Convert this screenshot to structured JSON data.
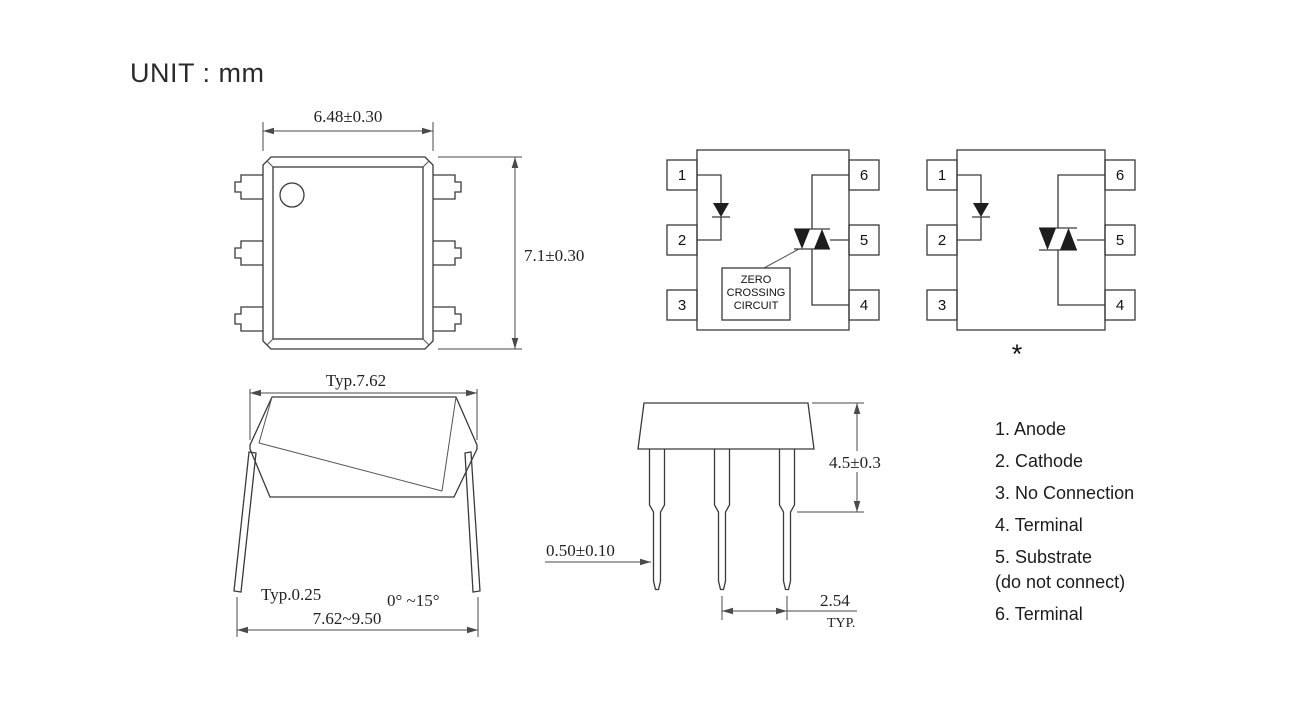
{
  "unit_label": "UNIT : mm",
  "colors": {
    "ink": "#2f2f2f",
    "background": "#ffffff"
  },
  "pins": [
    "1",
    "2",
    "3",
    "4",
    "5",
    "6"
  ],
  "zero_crossing": {
    "lines": [
      "ZERO",
      "CROSSING",
      "CIRCUIT"
    ]
  },
  "footnote_marker": "*",
  "dimensions": {
    "top_view_width": "6.48±0.30",
    "top_view_height": "7.1±0.30",
    "side_body_length": "Typ.7.62",
    "lead_thickness": "Typ.0.25",
    "lead_angle": "0° ~15°",
    "lead_span": "7.62~9.50",
    "front_height": "4.5±0.3",
    "lead_width": "0.50±0.10",
    "lead_pitch": "2.54",
    "lead_pitch_qualifier": "TYP."
  },
  "pin_descriptions": {
    "item1": "1. Anode",
    "item2": "2. Cathode",
    "item3": "3. No Connection",
    "item4": "4. Terminal",
    "item5": "5. Substrate",
    "item5_note": "(do not connect)",
    "item6": "6. Terminal"
  }
}
